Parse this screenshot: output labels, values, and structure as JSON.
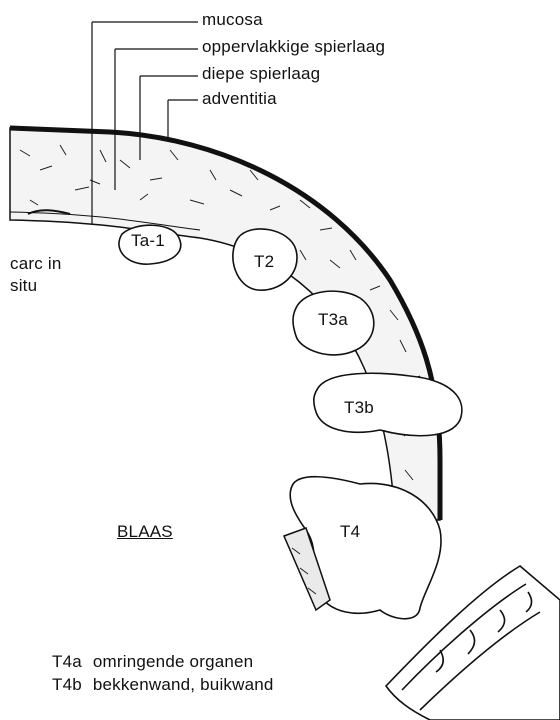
{
  "diagram": {
    "layers": {
      "mucosa": "mucosa",
      "oppervlakkige_spierlaag": "oppervlakkige spierlaag",
      "diepe_spierlaag": "diepe spierlaag",
      "adventitia": "adventitia"
    },
    "stages": {
      "carc_line1": "carc in",
      "carc_line2": "situ",
      "ta1": "Ta-1",
      "t2": "T2",
      "t3a": "T3a",
      "t3b": "T3b",
      "t4": "T4"
    },
    "organ_label": "BLAAS",
    "legend": [
      {
        "code": "T4a",
        "text": "omringende organen"
      },
      {
        "code": "T4b",
        "text": "bekkenwand, buikwand"
      }
    ]
  }
}
